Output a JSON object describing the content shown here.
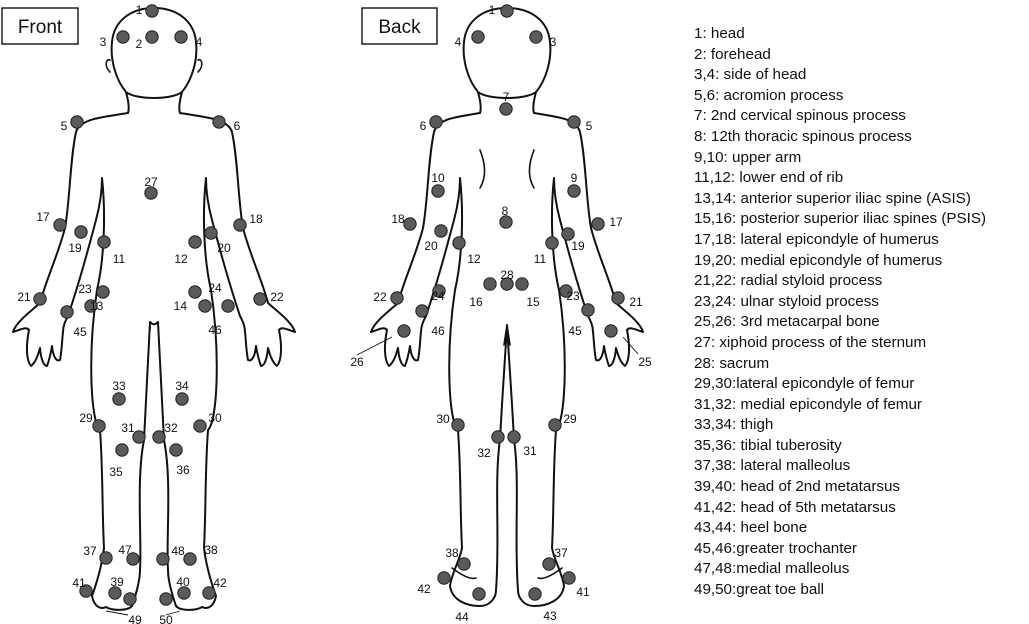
{
  "panels": {
    "front": "Front",
    "back": "Back"
  },
  "marker_color": "#5a5a5a",
  "front_markers": [
    "1",
    "2",
    "3",
    "4",
    "5",
    "6",
    "11",
    "12",
    "13",
    "14",
    "17",
    "18",
    "19",
    "20",
    "21",
    "22",
    "23",
    "24",
    "27",
    "29",
    "30",
    "31",
    "32",
    "33",
    "34",
    "35",
    "36",
    "37",
    "38",
    "39",
    "40",
    "41",
    "42",
    "45",
    "46",
    "47",
    "48",
    "49",
    "50"
  ],
  "back_markers": [
    "1",
    "3",
    "4",
    "5",
    "6",
    "7",
    "8",
    "9",
    "10",
    "11",
    "12",
    "15",
    "16",
    "17",
    "18",
    "19",
    "20",
    "21",
    "22",
    "23",
    "24",
    "25",
    "26",
    "28",
    "29",
    "30",
    "31",
    "32",
    "37",
    "38",
    "41",
    "42",
    "43",
    "44",
    "45",
    "46"
  ],
  "legend": [
    "1: head",
    "2: forehead",
    "3,4: side of head",
    "5,6: acromion process",
    "7: 2nd cervical spinous process",
    "8: 12th thoracic spinous process",
    "9,10: upper arm",
    "11,12: lower end of rib",
    "13,14: anterior superior iliac spine (ASIS)",
    "15,16: posterior superior iliac spines (PSIS)",
    "17,18: lateral epicondyle of humerus",
    "19,20: medial epicondyle of humerus",
    "21,22: radial styloid process",
    "23,24: ulnar styloid process",
    "25,26: 3rd metacarpal bone",
    "27: xiphoid process of the sternum",
    "28: sacrum",
    "29,30:lateral epicondyle of femur",
    "31,32: medial epicondyle of femur",
    "33,34: thigh",
    "35,36: tibial tuberosity",
    "37,38: lateral malleolus",
    "39,40: head of 2nd metatarsus",
    "41,42: head of 5th metatarsus",
    "43,44: heel bone",
    "45,46:greater trochanter",
    "47,48:medial malleolus",
    "49,50:great toe ball"
  ]
}
